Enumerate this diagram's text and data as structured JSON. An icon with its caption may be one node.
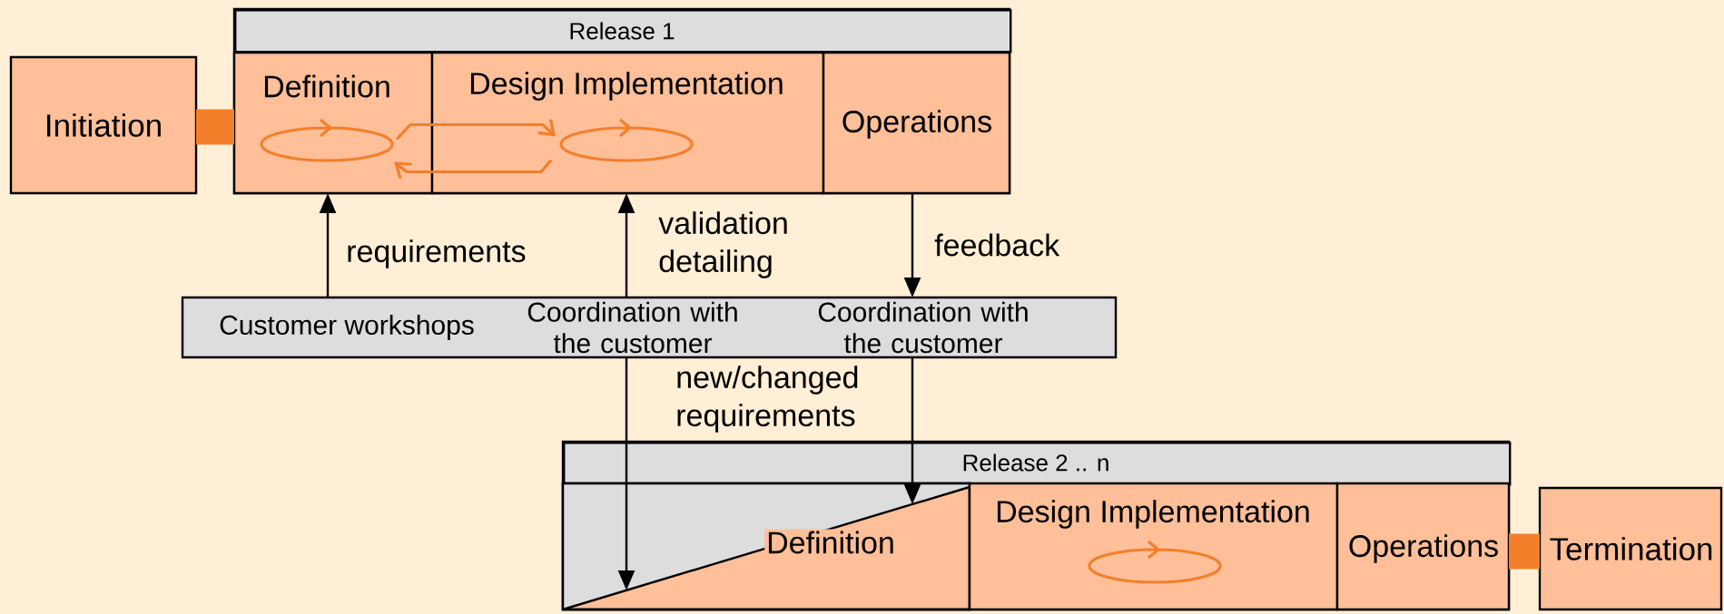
{
  "diagram": {
    "nodes": [
      {
        "text": [
          "Initiation"
        ]
      },
      {
        "text": [
          "Release 1"
        ]
      },
      {
        "text": [
          "Definition"
        ],
        "in": 1
      },
      {
        "text": [
          "Design Implementation"
        ],
        "in": 1
      },
      {
        "text": [
          "Operations"
        ],
        "in": 1
      },
      {
        "text": [
          "Customer workshops",
          "Coordination with the customer",
          "Coordination with the customer"
        ]
      },
      {
        "text": [
          "Release 2 .. n"
        ]
      },
      {
        "text": [
          "Definition"
        ],
        "in": 6
      },
      {
        "text": [
          "Design Implementation"
        ],
        "in": 6
      },
      {
        "text": [
          "Operations"
        ],
        "in": 6
      },
      {
        "text": [
          "Termination"
        ]
      }
    ],
    "edges": [
      {
        "from": 0,
        "to": 1,
        "arrow": "none",
        "style": "thick",
        "color": "#f47f2a"
      },
      {
        "from": 2,
        "to": 3,
        "arrow": "to",
        "color": "#f47f2a"
      },
      {
        "from": 3,
        "to": 2,
        "arrow": "to",
        "color": "#f47f2a"
      },
      {
        "from": 5,
        "to": 2,
        "arrow": "to",
        "label": "requirements"
      },
      {
        "from": 5,
        "to": 3,
        "arrow": "to",
        "label": "validation detailing"
      },
      {
        "from": 4,
        "to": 5,
        "arrow": "to",
        "label": "feedback"
      },
      {
        "from": 5,
        "to": 7,
        "arrow": "to",
        "label": "new/changed requirements"
      },
      {
        "from": 5,
        "to": 7,
        "arrow": "to"
      },
      {
        "from": 9,
        "to": 10,
        "arrow": "none",
        "style": "thick",
        "color": "#f47f2a"
      }
    ]
  }
}
